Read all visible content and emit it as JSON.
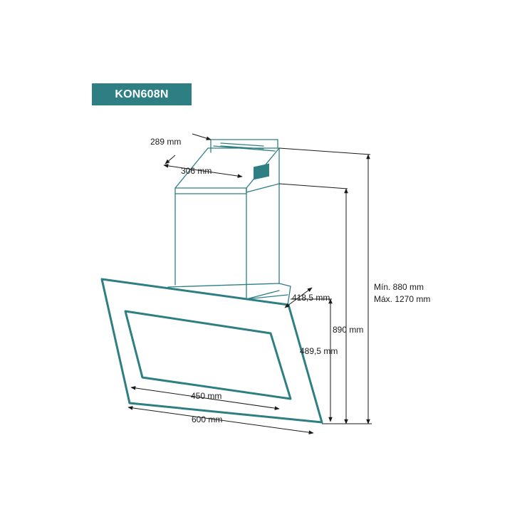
{
  "model": "KON608N",
  "colors": {
    "accent": "#2d7f83",
    "dimension": "#1a1a1a",
    "background": "#ffffff"
  },
  "dimensions": {
    "chimney_depth": "289 mm",
    "chimney_width": "306 mm",
    "total_height_min": "Mín. 880 mm",
    "total_height_max": "Máx. 1270 mm",
    "height_890": "890 mm",
    "depth_top": "418,5 mm",
    "panel_height": "489,5 mm",
    "inner_width": "450 mm",
    "outer_width": "600 mm"
  }
}
